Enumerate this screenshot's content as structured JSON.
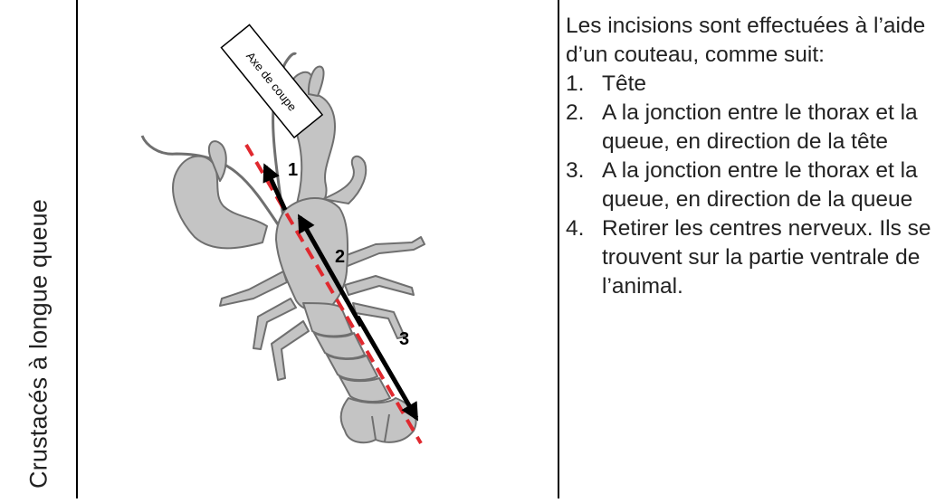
{
  "row_label": "Crustacés à longue queue",
  "diagram": {
    "cut_axis_label": "Axe de coupe",
    "arrows": [
      "1",
      "2",
      "3"
    ]
  },
  "instructions": {
    "intro": "Les incisions sont effectuées à l’aide d’un couteau, comme suit:",
    "steps": [
      {
        "number": "1.",
        "text": "Tête"
      },
      {
        "number": "2.",
        "text": "A la jonction entre le thorax et la queue, en direction de la tête"
      },
      {
        "number": "3.",
        "text": "A la jonction entre le thorax et la queue, en direction de la queue"
      },
      {
        "number": "4.",
        "text": "Retirer les centres nerveux. Ils se trouvent sur la partie ventrale de l’animal."
      }
    ]
  },
  "colors": {
    "lobster_fill": "#c4c4c4",
    "lobster_stroke": "#6f6f6f",
    "cut_line": "#e0292f",
    "arrow": "#000000"
  }
}
